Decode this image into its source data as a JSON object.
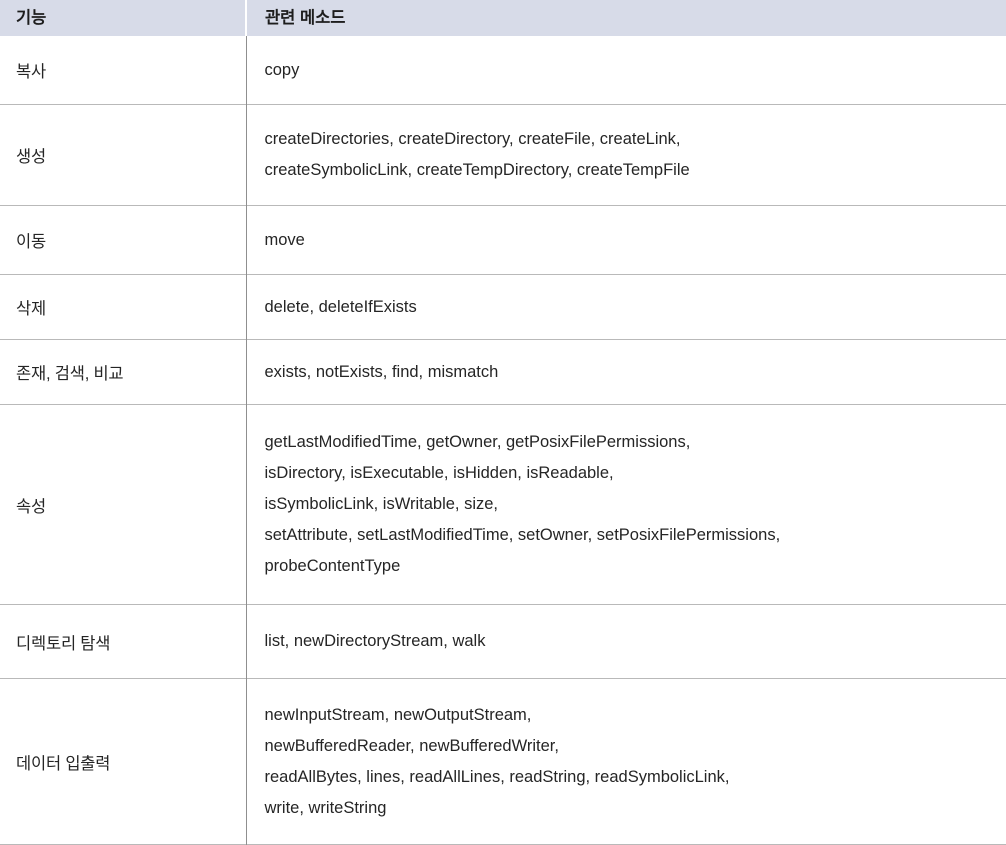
{
  "table": {
    "headers": {
      "feature": "기능",
      "methods": "관련 메소드"
    },
    "colors": {
      "header_background": "#d7dbe8",
      "header_text": "#1d1d1d",
      "body_text": "#252525",
      "row_border": "#b9b9b9",
      "column_divider": "#8f8f8f",
      "header_divider": "#ffffff",
      "body_background": "#ffffff"
    },
    "rows": [
      {
        "feature": "복사",
        "methods_lines": [
          "copy"
        ]
      },
      {
        "feature": "생성",
        "methods_lines": [
          "createDirectories, createDirectory, createFile, createLink,",
          "createSymbolicLink, createTempDirectory, createTempFile"
        ]
      },
      {
        "feature": "이동",
        "methods_lines": [
          "move"
        ]
      },
      {
        "feature": "삭제",
        "methods_lines": [
          "delete, deleteIfExists"
        ]
      },
      {
        "feature": "존재, 검색, 비교",
        "methods_lines": [
          "exists, notExists, find, mismatch"
        ]
      },
      {
        "feature": "속성",
        "methods_lines": [
          "getLastModifiedTime, getOwner, getPosixFilePermissions,",
          "isDirectory, isExecutable, isHidden, isReadable,",
          "isSymbolicLink, isWritable, size,",
          "setAttribute, setLastModifiedTime, setOwner, setPosixFilePermissions,",
          "probeContentType"
        ]
      },
      {
        "feature": "디렉토리 탐색",
        "methods_lines": [
          "list, newDirectoryStream, walk"
        ]
      },
      {
        "feature": "데이터 입출력",
        "methods_lines": [
          "newInputStream, newOutputStream,",
          "newBufferedReader, newBufferedWriter,",
          "readAllBytes, lines, readAllLines, readString, readSymbolicLink,",
          "write, writeString"
        ]
      }
    ]
  }
}
